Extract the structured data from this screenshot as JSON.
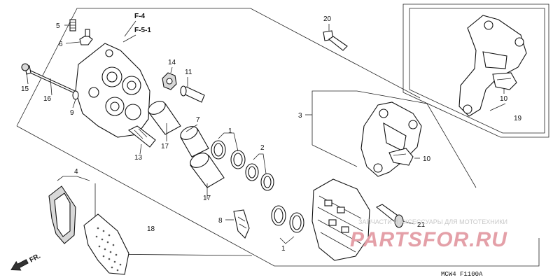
{
  "callouts": {
    "c1a": "1",
    "c1b": "1",
    "c2": "2",
    "c3": "3",
    "c4": "4",
    "c5": "5",
    "c6": "6",
    "c7": "7",
    "c8": "8",
    "c9": "9",
    "c10a": "10",
    "c10b": "10",
    "c11": "11",
    "c13": "13",
    "c14": "14",
    "c15": "15",
    "c16": "16",
    "c17a": "17",
    "c17b": "17",
    "c18": "18",
    "c19": "19",
    "c20": "20",
    "c21": "21"
  },
  "refs": {
    "f4": "F-4",
    "f51": "F-5-1"
  },
  "front_arrow": "FR.",
  "watermark": {
    "text": "ЗАПЧАСТИ И АКСЕССУАРЫ ДЛЯ МОТОТЕХНИКИ",
    "site": "PARTSFOR.RU"
  },
  "diagram_code": "MCW4 F1100A"
}
